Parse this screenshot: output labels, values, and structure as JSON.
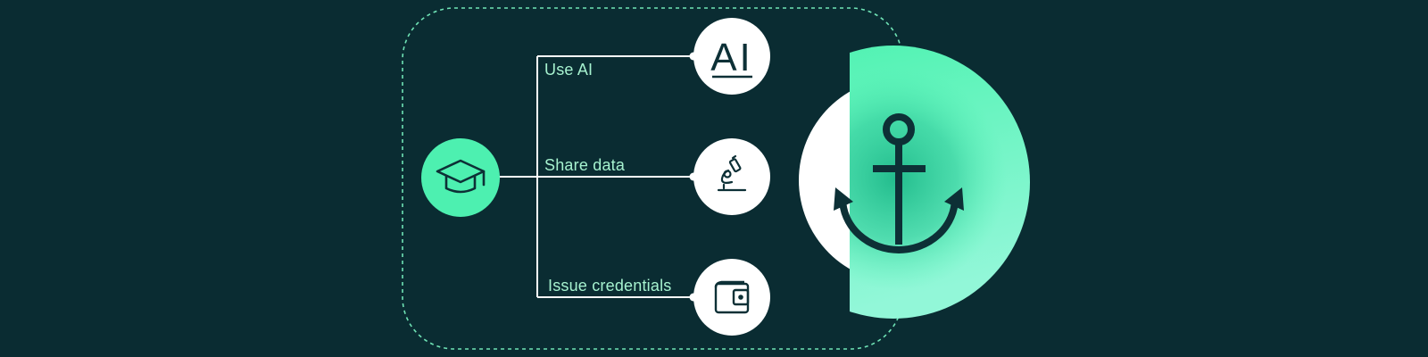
{
  "branches": [
    {
      "label": "Use AI",
      "icon": "ai-text-icon"
    },
    {
      "label": "Share data",
      "icon": "microscope-icon"
    },
    {
      "label": "Issue credentials",
      "icon": "wallet-icon"
    }
  ],
  "hub": {
    "icon": "graduation-cap-icon"
  },
  "anchor": {
    "icon": "anchor-icon"
  },
  "ai_icon_text": "AI",
  "colors": {
    "background": "#0a2c32",
    "accent": "#4df0b0",
    "accent_light": "#8ff5d3",
    "line": "#ffffff",
    "dashed_border": "#6fe3b5",
    "label": "#a6f2cf",
    "icon_dark": "#0d3036"
  }
}
